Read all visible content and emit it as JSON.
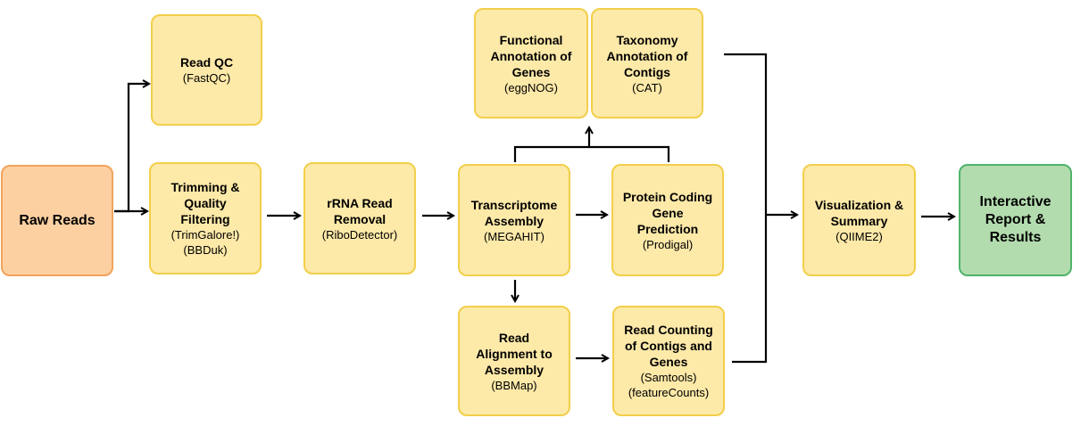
{
  "nodes": {
    "raw_reads": {
      "title": "Raw Reads",
      "tool": ""
    },
    "read_qc": {
      "title": "Read QC",
      "tool": "(FastQC)"
    },
    "trimming": {
      "title": "Trimming &\nQuality\nFiltering",
      "tool": "(TrimGalore!)\n(BBDuk)"
    },
    "rrna_removal": {
      "title": "rRNA Read\nRemoval",
      "tool": "(RiboDetector)"
    },
    "assembly": {
      "title": "Transcriptome\nAssembly",
      "tool": "(MEGAHIT)"
    },
    "functional": {
      "title": "Functional\nAnnotation of\nGenes",
      "tool": "(eggNOG)"
    },
    "taxonomy": {
      "title": "Taxonomy\nAnnotation of\nContigs",
      "tool": "(CAT)"
    },
    "protein": {
      "title": "Protein Coding\nGene\nPrediction",
      "tool": "(Prodigal)"
    },
    "alignment": {
      "title": "Read\nAlignment to\nAssembly",
      "tool": "(BBMap)"
    },
    "counting": {
      "title": "Read Counting\nof Contigs and\nGenes",
      "tool": "(Samtools)\n(featureCounts)"
    },
    "visualization": {
      "title": "Visualization &\nSummary",
      "tool": "(QIIME2)"
    },
    "results": {
      "title": "Interactive\nReport &\nResults",
      "tool": ""
    }
  },
  "colors": {
    "step_fill": "#fde9a8",
    "step_border": "#f2cf4a",
    "input_fill": "#fdd0a2",
    "input_border": "#f0a35c",
    "output_fill": "#b3dcae",
    "output_border": "#4fb36a",
    "connector": "#000000"
  }
}
